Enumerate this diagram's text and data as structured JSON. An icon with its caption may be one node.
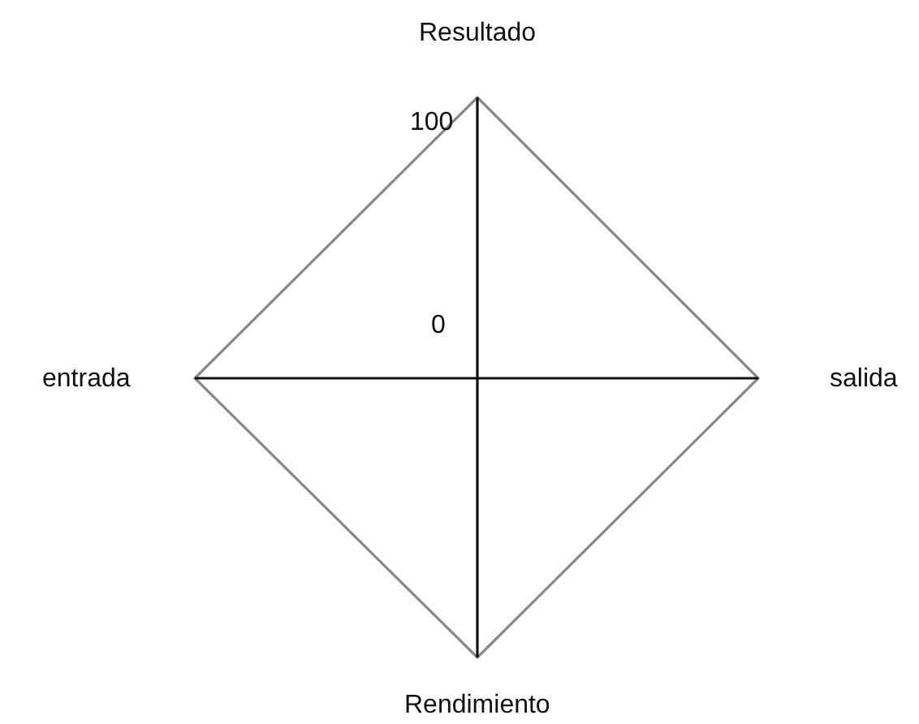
{
  "diagram": {
    "labels": [
      "Resultado",
      "100",
      "0",
      "entrada",
      "salida",
      "Rendimiento"
    ]
  }
}
